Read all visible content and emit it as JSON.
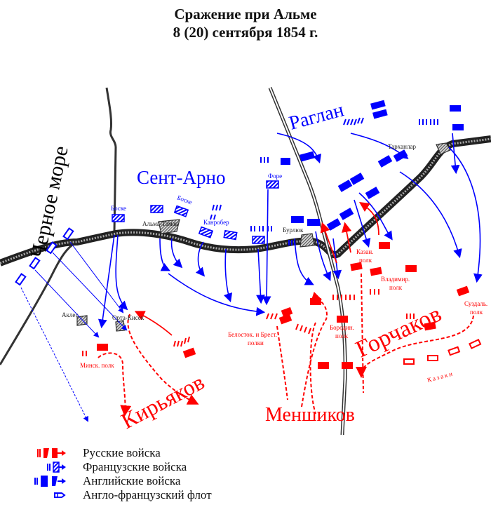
{
  "title": {
    "line1": "Сражение при Альме",
    "line2": "8 (20) сентября 1854 г."
  },
  "colors": {
    "russian": "#ff0000",
    "allied": "#0000ff",
    "river": "#222222",
    "village": "#999999"
  },
  "map": {
    "sea": "Черное море",
    "commanders": {
      "raglan": "Раглан",
      "saint_arnaud": "Сент-Арно",
      "gorchakov": "Горчаков",
      "kiryakov": "Кирьяков",
      "menshikov": "Меншиков"
    },
    "french_units": {
      "fore": "Форе",
      "bosquet1": "Боске",
      "bosquet2": "Боске",
      "canrobert": "Канробер"
    },
    "villages": {
      "alma_tamak": "Альма-Тамак",
      "burlyuk": "Бурлюк",
      "tarkhanlar": "Тарханлар",
      "akles": "Аклес",
      "orta_kisek": "Орта-Кисек"
    },
    "russian_units": {
      "minsk": "Минск. полк",
      "belostok_1": "Белосток. и Брест.",
      "belostok_2": "полки",
      "kazan_1": "Казан.",
      "kazan_2": "полк",
      "vladimir_1": "Владимир.",
      "vladimir_2": "полк",
      "borodino_1": "Бородин.",
      "borodino_2": "полк",
      "suzdal_1": "Суздаль.",
      "suzdal_2": "полк",
      "cossacks": "Казаки"
    }
  },
  "legend": [
    {
      "label": "Русские войска",
      "icon": "russian-troops-icon"
    },
    {
      "label": "Французские войска",
      "icon": "french-troops-icon"
    },
    {
      "label": "Английские войска",
      "icon": "english-troops-icon"
    },
    {
      "label": "Англо-французский флот",
      "icon": "fleet-icon"
    }
  ]
}
